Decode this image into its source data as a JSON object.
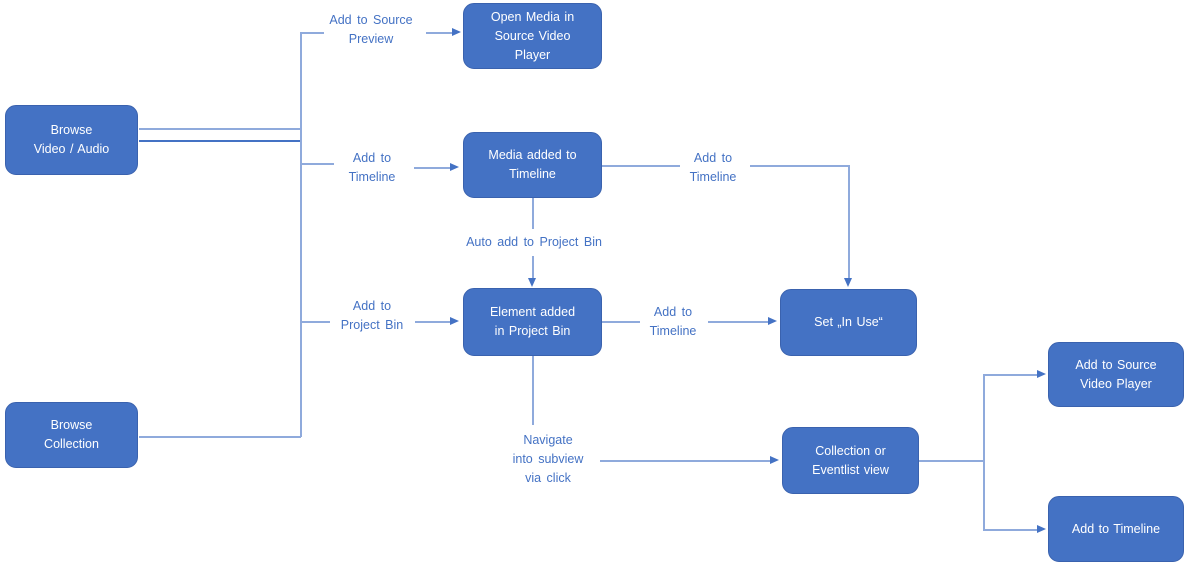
{
  "diagram": {
    "colors": {
      "node_fill": "#4472C4",
      "node_border": "#3A62AE",
      "node_text": "#ffffff",
      "connector": "#8FAADC",
      "connector_strong": "#4472C4",
      "label_text": "#4472C4",
      "background": "#ffffff"
    },
    "nodes": [
      {
        "id": "browse-video-audio",
        "lines": [
          "Browse",
          "Video / Audio"
        ]
      },
      {
        "id": "browse-collection",
        "lines": [
          "Browse",
          "Collection"
        ]
      },
      {
        "id": "open-media-source-player",
        "lines": [
          "Open Media in",
          "Source Video",
          "Player"
        ]
      },
      {
        "id": "media-added-timeline",
        "lines": [
          "Media added to",
          "Timeline"
        ]
      },
      {
        "id": "element-added-project-bin",
        "lines": [
          "Element added",
          "in Project Bin"
        ]
      },
      {
        "id": "set-in-use",
        "lines": [
          "Set „In Use“"
        ]
      },
      {
        "id": "collection-eventlist-view",
        "lines": [
          "Collection or",
          "Eventlist view"
        ]
      },
      {
        "id": "add-to-source-video-player",
        "lines": [
          "Add to Source",
          "Video Player"
        ]
      },
      {
        "id": "add-to-timeline-node",
        "lines": [
          "Add to Timeline"
        ]
      }
    ],
    "edge_labels": [
      {
        "id": "add-to-source-preview",
        "lines": [
          "Add to Source",
          "Preview"
        ]
      },
      {
        "id": "add-to-timeline-left",
        "lines": [
          "Add to",
          "Timeline"
        ]
      },
      {
        "id": "auto-add-to-project-bin",
        "lines": [
          "Auto add to Project Bin"
        ]
      },
      {
        "id": "add-to-project-bin",
        "lines": [
          "Add to",
          "Project Bin"
        ]
      },
      {
        "id": "add-to-timeline-top",
        "lines": [
          "Add to",
          "Timeline"
        ]
      },
      {
        "id": "add-to-timeline-mid",
        "lines": [
          "Add to",
          "Timeline"
        ]
      },
      {
        "id": "navigate-into-subview",
        "lines": [
          "Navigate",
          "into subview",
          "via click"
        ]
      }
    ]
  }
}
